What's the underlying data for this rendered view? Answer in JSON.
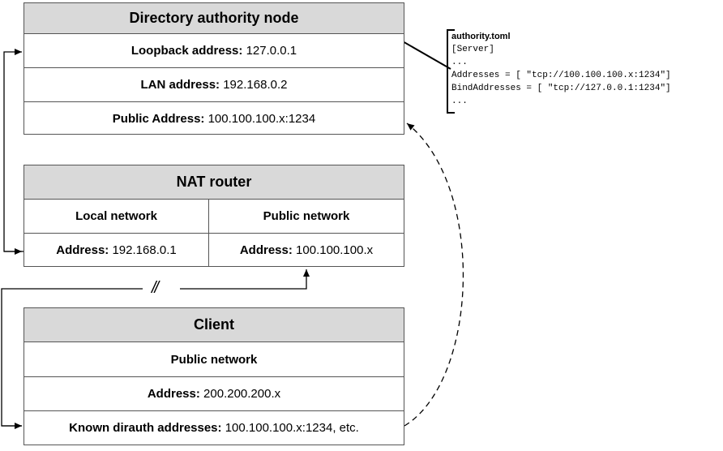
{
  "authority": {
    "title": "Directory authority node",
    "rows": [
      {
        "label": "Loopback address:",
        "value": "127.0.0.1"
      },
      {
        "label": "LAN address:",
        "value": "192.168.0.2"
      },
      {
        "label": "Public Address:",
        "value": "100.100.100.x:1234"
      }
    ]
  },
  "config": {
    "filename": "authority.toml",
    "lines": [
      "[Server]",
      "...",
      "Addresses = [ \"tcp://100.100.100.x:1234\"]",
      "BindAddresses = [ \"tcp://127.0.0.1:1234\"]",
      "..."
    ]
  },
  "nat": {
    "title": "NAT router",
    "local": {
      "header": "Local network",
      "label": "Address:",
      "value": "192.168.0.1"
    },
    "public": {
      "header": "Public network",
      "label": "Address:",
      "value": "100.100.100.x"
    }
  },
  "link_break": "//",
  "client": {
    "title": "Client",
    "rows": [
      {
        "label": "Public network",
        "value": ""
      },
      {
        "label": "Address:",
        "value": "200.200.200.x"
      },
      {
        "label": "Known dirauth addresses:",
        "value": "100.100.100.x:1234, etc."
      }
    ]
  }
}
